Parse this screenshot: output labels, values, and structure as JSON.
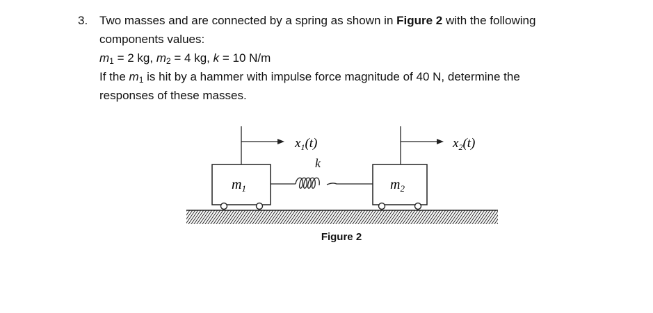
{
  "question": {
    "number": "3.",
    "line1_pre": "Two masses and are connected by a spring as shown in ",
    "line1_bold": "Figure 2",
    "line1_post": " with the following",
    "line2": "components values:",
    "values": {
      "m1_sym": "m",
      "m1_sub": "1",
      "m1_val": " = 2 kg, ",
      "m2_sym": "m",
      "m2_sub": "2",
      "m2_val": " = 4 kg, ",
      "k_sym": "k",
      "k_val": " = 10 N/m"
    },
    "line4_pre": "If the ",
    "line4_sym": "m",
    "line4_sub": "1",
    "line4_post": " is hit by a hammer with impulse force magnitude of 40 N, determine the",
    "line5": "responses of these masses."
  },
  "figure": {
    "caption": "Figure 2",
    "x1_label": "x",
    "x1_sub": "1",
    "x1_arg": "(t)",
    "x2_label": "x",
    "x2_sub": "2",
    "x2_arg": "(t)",
    "spring_label": "k",
    "m1_label": "m",
    "m1_sub": "1",
    "m2_label": "m",
    "m2_sub": "2"
  }
}
